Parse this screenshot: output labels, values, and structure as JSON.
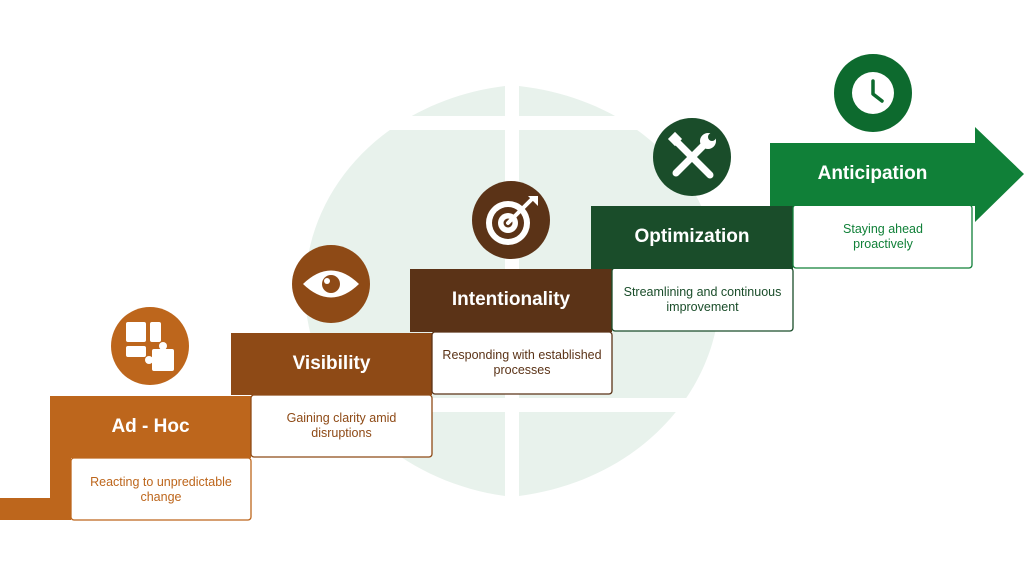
{
  "colors": {
    "bg_shape": "#e8f2ec",
    "step1": "#bd661c",
    "step2": "#8e4a16",
    "step3": "#5b3317",
    "step4": "#1a4d2a",
    "step5": "#108038",
    "step5_icon": "#0d6a2e"
  },
  "steps": [
    {
      "title": "Ad - Hoc",
      "description": "Reacting to unpredictable change",
      "icon": "puzzle-icon"
    },
    {
      "title": "Visibility",
      "description": "Gaining clarity amid disruptions",
      "icon": "eye-icon"
    },
    {
      "title": "Intentionality",
      "description": "Responding with established processes",
      "icon": "target-icon"
    },
    {
      "title": "Optimization",
      "description": "Streamlining and continuous improvement",
      "icon": "tools-icon"
    },
    {
      "title": "Anticipation",
      "description": "Staying ahead proactively",
      "icon": "clock-icon"
    }
  ]
}
